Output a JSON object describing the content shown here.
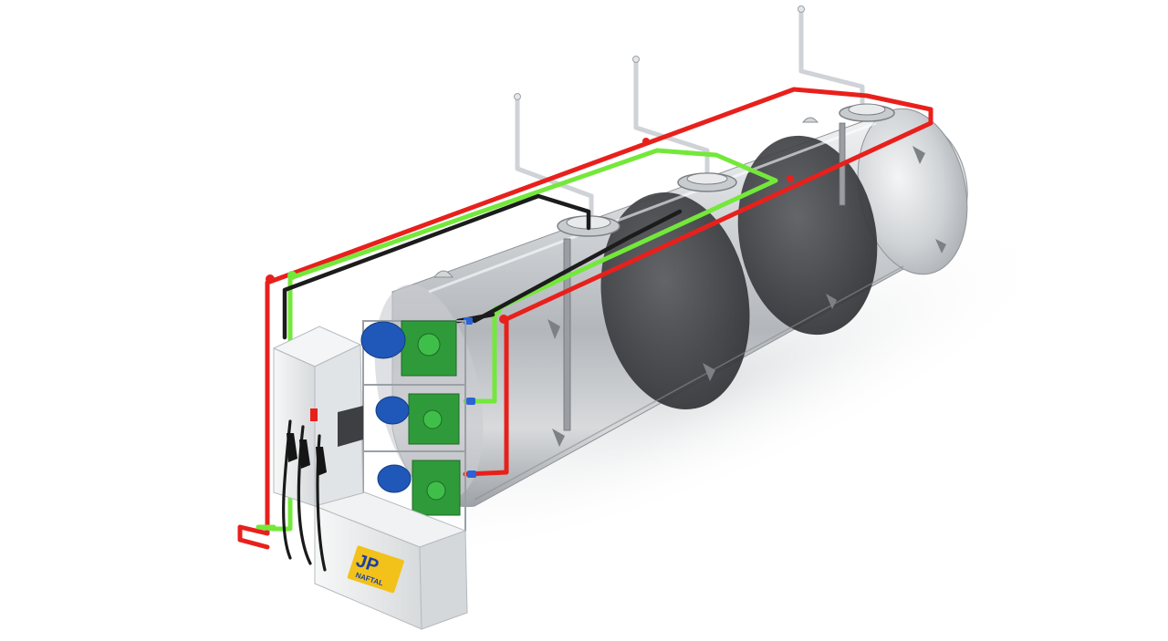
{
  "scene": {
    "subject": "tank-fuel-station-render",
    "background_color": "#ffffff"
  },
  "logo": {
    "letters": "JP",
    "wordmark": "NAFTAL",
    "primary_color": "#1a3fa6",
    "accent_color": "#f2c21a"
  },
  "colors": {
    "pipe_red": "#e8201c",
    "pipe_green": "#74e83a",
    "pipe_black": "#1c1c1c",
    "vent_grey": "#cfd2d6",
    "pump_motor_blue": "#1f58b8",
    "pump_body_green": "#2f9a3a",
    "dispenser_white": "#eceeef",
    "tank_steel": "#c4c8cc",
    "tank_bulkhead": "#3e4044"
  }
}
